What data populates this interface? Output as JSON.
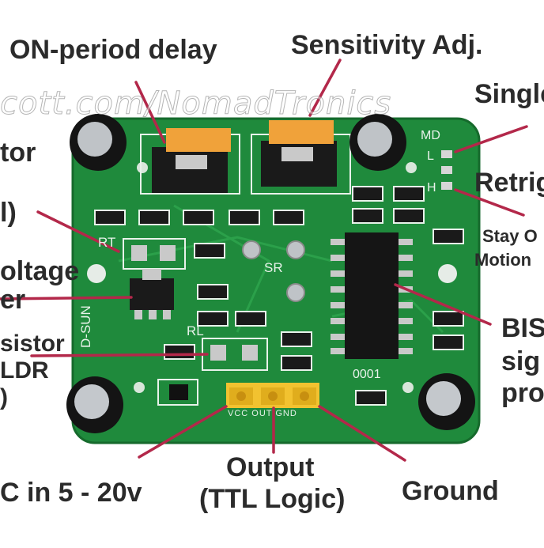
{
  "watermark": "cott.com/NomadTronics",
  "labels": {
    "on_period_delay": "ON-period delay",
    "sensitivity_adj": "Sensitivity Adj.",
    "single": "Single",
    "retrig": "Retrig",
    "stay_on_motion_1": "Stay O",
    "stay_on_motion_2": "Motion",
    "tor": "tor",
    "l_paren": "l)",
    "voltage_1": "oltage",
    "voltage_2": "er",
    "resistor_1": "sistor",
    "resistor_2": "LDR",
    "resistor_3": ")",
    "bis_1": "BIS",
    "bis_2": "sig",
    "bis_3": "pro",
    "dc_in": "C in 5 - 20v",
    "output_1": "Output",
    "output_2": "(TTL Logic)",
    "ground": "Ground"
  },
  "board": {
    "silkscreen": {
      "md": "MD",
      "l": "L",
      "h": "H",
      "rt": "RT",
      "sr": "SR",
      "rl": "RL",
      "d_sun": "D-SUN",
      "chip_code": "0001",
      "pins": "VCC OUT GND"
    }
  },
  "colors": {
    "pcb": "#1f8a3c",
    "pcb_dark": "#166a2c",
    "callout": "#b3284a",
    "text": "#2b2b2b",
    "potentiometer": "#f0a23a",
    "header": "#f2c230"
  }
}
